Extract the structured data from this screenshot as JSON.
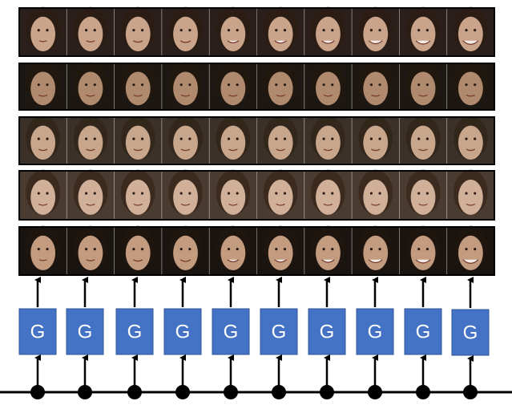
{
  "generator_label": "G",
  "colors": {
    "generator_fill": "#4472C4",
    "generator_stroke": "#2F5597",
    "arrow": "#000000",
    "latent_line": "#000000",
    "latent_node": "#000000",
    "strip_border": "#000000",
    "cell_divider": "#f0f0f0"
  },
  "columns": 10,
  "face_strips": [
    {
      "name": "strip-1",
      "bg_dark": "#2a1f1a",
      "skin": "#c9a48a",
      "hair": "#2b1d14",
      "expression": "smile-increasing"
    },
    {
      "name": "strip-2",
      "bg_dark": "#1c1712",
      "skin": "#b08a6e",
      "hair": "#20170f",
      "expression": "neutral"
    },
    {
      "name": "strip-3",
      "bg_dark": "#3b3128",
      "skin": "#c7a68c",
      "hair": "#33261b",
      "expression": "neutral"
    },
    {
      "name": "strip-4",
      "bg_dark": "#4a3b30",
      "skin": "#d1b09a",
      "hair": "#3c2a1e",
      "expression": "neutral"
    },
    {
      "name": "strip-5",
      "bg_dark": "#1a1410",
      "skin": "#c39c80",
      "hair": "#1f150f",
      "expression": "smile-increasing"
    }
  ]
}
